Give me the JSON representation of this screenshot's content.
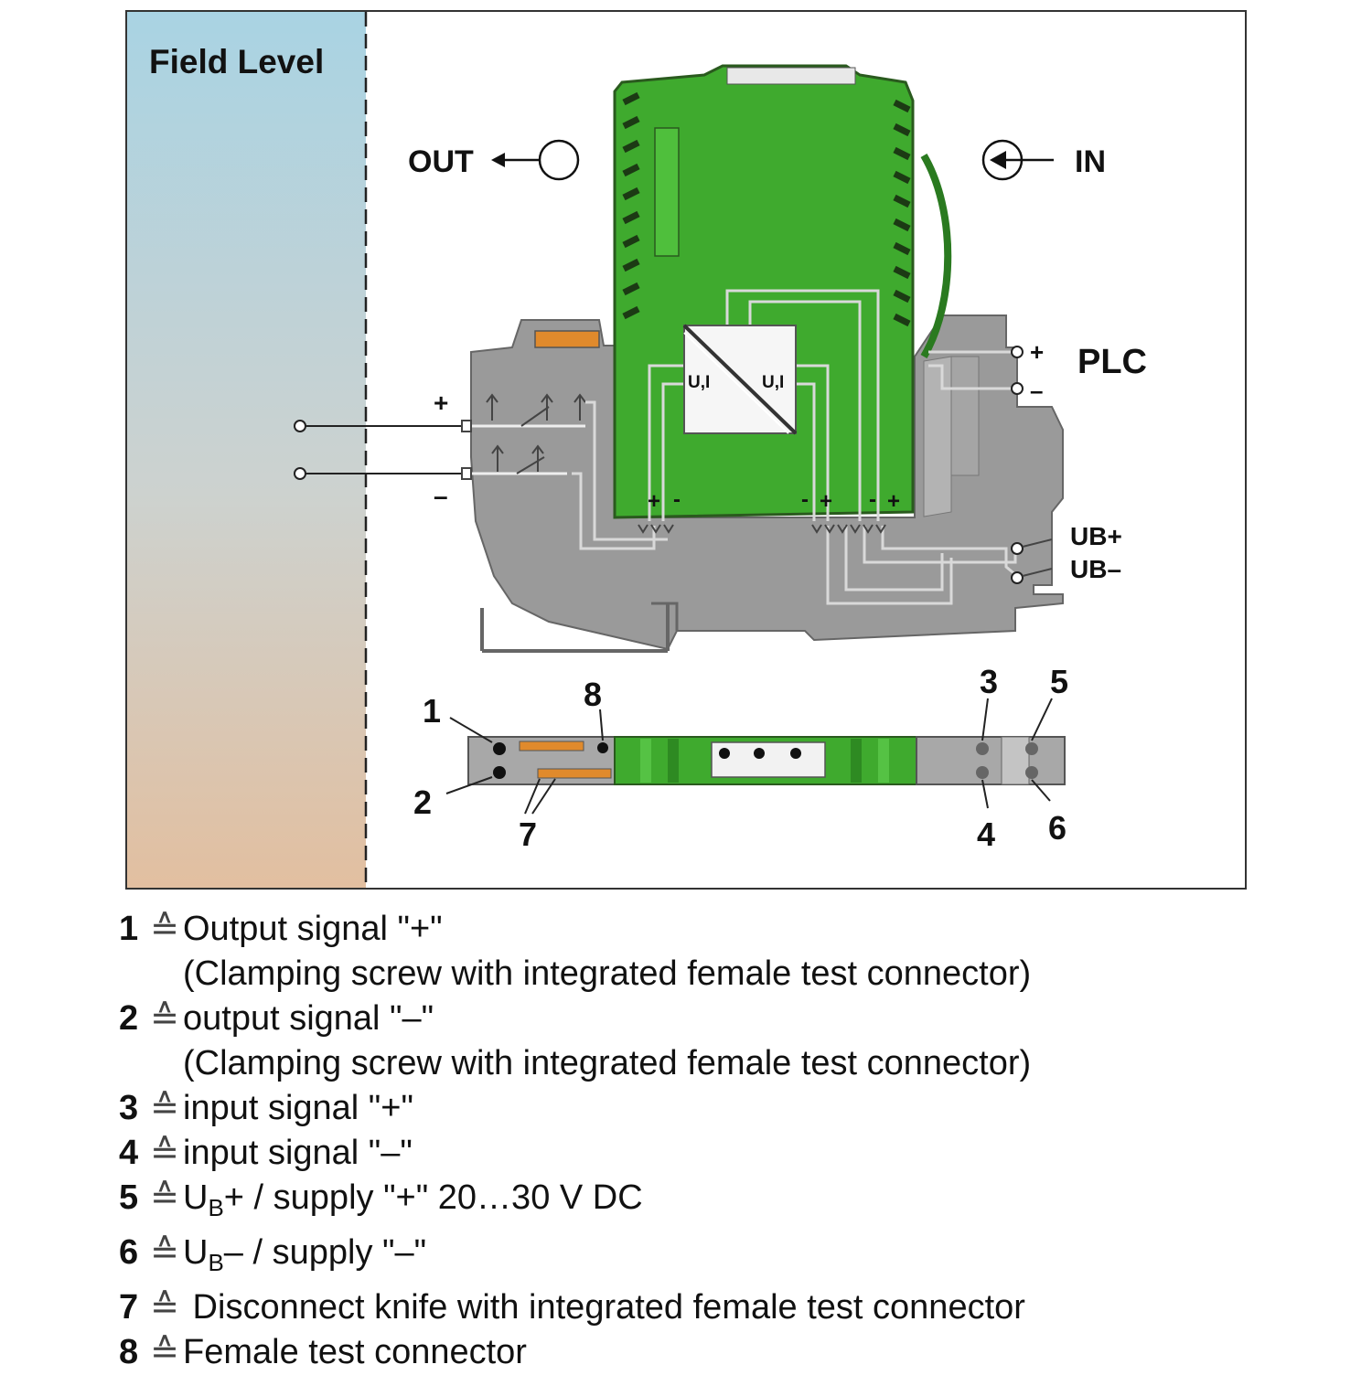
{
  "field_level": "Field Level",
  "out_label": "OUT",
  "in_label": "IN",
  "plc_label": "PLC",
  "plc_plus": "+",
  "plc_minus": "–",
  "field_plus": "+",
  "field_minus": "–",
  "ub_plus": "UB+",
  "ub_minus": "UB–",
  "converter_left": "U,I",
  "converter_right": "U,I",
  "pcb_terminals": [
    "+",
    "-",
    "-",
    "+",
    "-",
    "+"
  ],
  "callouts": [
    "1",
    "2",
    "3",
    "4",
    "5",
    "6",
    "7",
    "8"
  ],
  "legend_symbol": "≙",
  "legend": [
    {
      "num": "1",
      "text": "Output signal \"+\"",
      "sub": "(Clamping screw with integrated female test connector)"
    },
    {
      "num": "2",
      "text": "output signal \"–\"",
      "sub": "(Clamping screw with integrated female test connector)"
    },
    {
      "num": "3",
      "text": "input signal \"+\""
    },
    {
      "num": "4",
      "text": "input signal \"–\""
    },
    {
      "num": "5",
      "pre": "U",
      "subscript": "B",
      "text": "+ / supply \"+\" 20…30 V DC"
    },
    {
      "num": "6",
      "pre": "U",
      "subscript": "B",
      "text": "– / supply \"–\""
    },
    {
      "num": "7",
      "text": " Disconnect knife with integrated female test connector"
    },
    {
      "num": "8",
      "text": "Female test connector"
    }
  ],
  "colors": {
    "module_green": "#3faa2e",
    "housing_grey": "#9a9a9a",
    "field_gradient_top": "#a9d3e3",
    "field_gradient_bottom": "#e2bfa0",
    "frame": "#333333"
  }
}
